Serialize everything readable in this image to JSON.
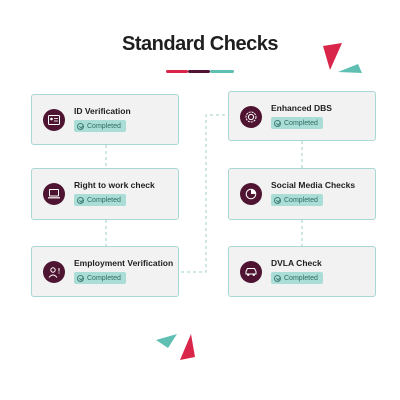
{
  "title": "Standard Checks",
  "colors": {
    "accent_crimson": "#d9254a",
    "accent_plum": "#4f1431",
    "accent_teal": "#5fbfb3",
    "badge_bg": "#a9ddd6",
    "card_border": "#a9d8d2",
    "card_bg": "#f2f2f2"
  },
  "checks": [
    {
      "label": "ID Verification",
      "status": "Completed",
      "icon": "id-card-icon"
    },
    {
      "label": "Right to work check",
      "status": "Completed",
      "icon": "laptop-icon"
    },
    {
      "label": "Employment Verification",
      "status": "Completed",
      "icon": "user-alert-icon"
    },
    {
      "label": "Enhanced DBS",
      "status": "Completed",
      "icon": "badge-seal-icon"
    },
    {
      "label": "Social Media Checks",
      "status": "Completed",
      "icon": "pie-chart-icon"
    },
    {
      "label": "DVLA Check",
      "status": "Completed",
      "icon": "car-icon"
    }
  ]
}
